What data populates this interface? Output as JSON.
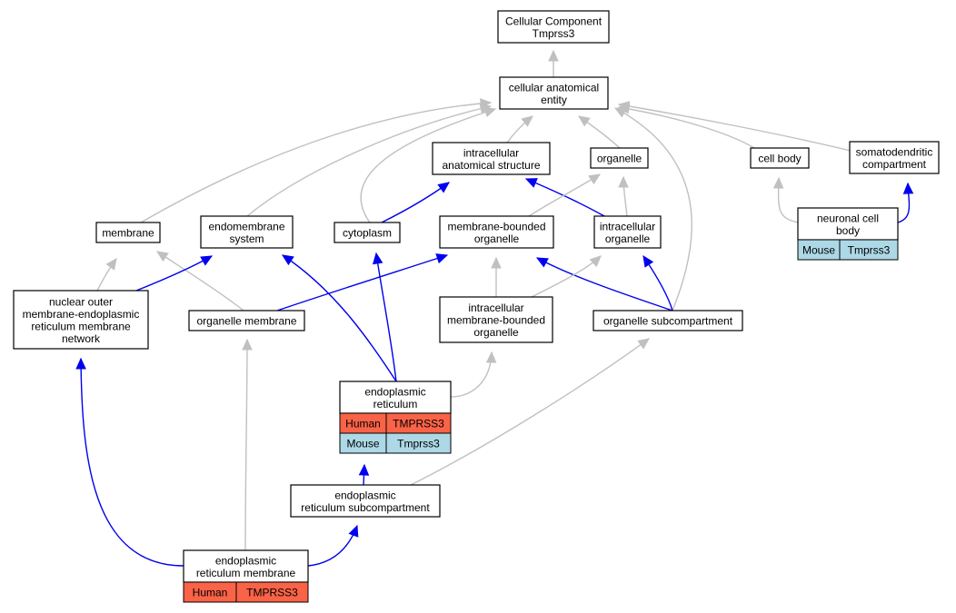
{
  "colors": {
    "gray_edge": "#c0c0c0",
    "blue_edge": "#0000ee",
    "human": "#fa6347",
    "mouse": "#add8e6"
  },
  "nodes": {
    "root": [
      "Cellular Component",
      "Tmprss3"
    ],
    "cae": [
      "cellular anatomical",
      "entity"
    ],
    "ias": [
      "intracellular",
      "anatomical structure"
    ],
    "organelle": [
      "organelle"
    ],
    "cellbody": [
      "cell body"
    ],
    "somato": [
      "somatodendritic",
      "compartment"
    ],
    "membrane": [
      "membrane"
    ],
    "endomem": [
      "endomembrane",
      "system"
    ],
    "cytoplasm": [
      "cytoplasm"
    ],
    "mbo": [
      "membrane-bounded",
      "organelle"
    ],
    "io": [
      "intracellular",
      "organelle"
    ],
    "ncb": [
      "neuronal cell",
      "body"
    ],
    "nuclear": [
      "nuclear outer",
      "membrane-endoplasmic",
      "reticulum membrane",
      "network"
    ],
    "orgmem": [
      "organelle membrane"
    ],
    "imbo": [
      "intracellular",
      "membrane-bounded",
      "organelle"
    ],
    "osub": [
      "organelle subcompartment"
    ],
    "er": [
      "endoplasmic",
      "reticulum"
    ],
    "ersub": [
      "endoplasmic",
      "reticulum subcompartment"
    ],
    "ermem": [
      "endoplasmic",
      "reticulum membrane"
    ]
  },
  "annotations": {
    "ncb": [
      [
        "Mouse",
        "Tmprss3",
        "mouse"
      ]
    ],
    "er": [
      [
        "Human",
        "TMPRSS3",
        "human"
      ],
      [
        "Mouse",
        "Tmprss3",
        "mouse"
      ]
    ],
    "ermem": [
      [
        "Human",
        "TMPRSS3",
        "human"
      ]
    ]
  },
  "edges": [
    {
      "from": "cae",
      "to": "root",
      "type": "gray"
    },
    {
      "from": "ias",
      "to": "cae",
      "type": "gray"
    },
    {
      "from": "organelle",
      "to": "cae",
      "type": "gray"
    },
    {
      "from": "cellbody",
      "to": "cae",
      "type": "gray"
    },
    {
      "from": "somato",
      "to": "cae",
      "type": "gray"
    },
    {
      "from": "membrane",
      "to": "cae",
      "type": "gray"
    },
    {
      "from": "endomem",
      "to": "cae",
      "type": "gray"
    },
    {
      "from": "cytoplasm",
      "to": "cae",
      "type": "gray"
    },
    {
      "from": "osub",
      "to": "cae",
      "type": "gray"
    },
    {
      "from": "cytoplasm",
      "to": "ias",
      "type": "blue"
    },
    {
      "from": "io",
      "to": "ias",
      "type": "blue"
    },
    {
      "from": "mbo",
      "to": "organelle",
      "type": "gray"
    },
    {
      "from": "io",
      "to": "organelle",
      "type": "gray"
    },
    {
      "from": "ncb",
      "to": "cellbody",
      "type": "gray"
    },
    {
      "from": "ncb",
      "to": "somato",
      "type": "blue"
    },
    {
      "from": "nuclear",
      "to": "membrane",
      "type": "gray"
    },
    {
      "from": "orgmem",
      "to": "membrane",
      "type": "gray"
    },
    {
      "from": "nuclear",
      "to": "endomem",
      "type": "blue"
    },
    {
      "from": "er",
      "to": "endomem",
      "type": "blue"
    },
    {
      "from": "er",
      "to": "cytoplasm",
      "type": "blue"
    },
    {
      "from": "orgmem",
      "to": "mbo",
      "type": "blue"
    },
    {
      "from": "imbo",
      "to": "mbo",
      "type": "gray"
    },
    {
      "from": "osub",
      "to": "mbo",
      "type": "blue"
    },
    {
      "from": "imbo",
      "to": "io",
      "type": "gray"
    },
    {
      "from": "osub",
      "to": "io",
      "type": "blue"
    },
    {
      "from": "er",
      "to": "imbo",
      "type": "gray"
    },
    {
      "from": "ersub",
      "to": "osub",
      "type": "gray"
    },
    {
      "from": "ermem",
      "to": "nuclear",
      "type": "blue"
    },
    {
      "from": "ermem",
      "to": "orgmem",
      "type": "gray"
    },
    {
      "from": "ersub",
      "to": "er",
      "type": "blue"
    },
    {
      "from": "ermem",
      "to": "ersub",
      "type": "blue"
    }
  ]
}
